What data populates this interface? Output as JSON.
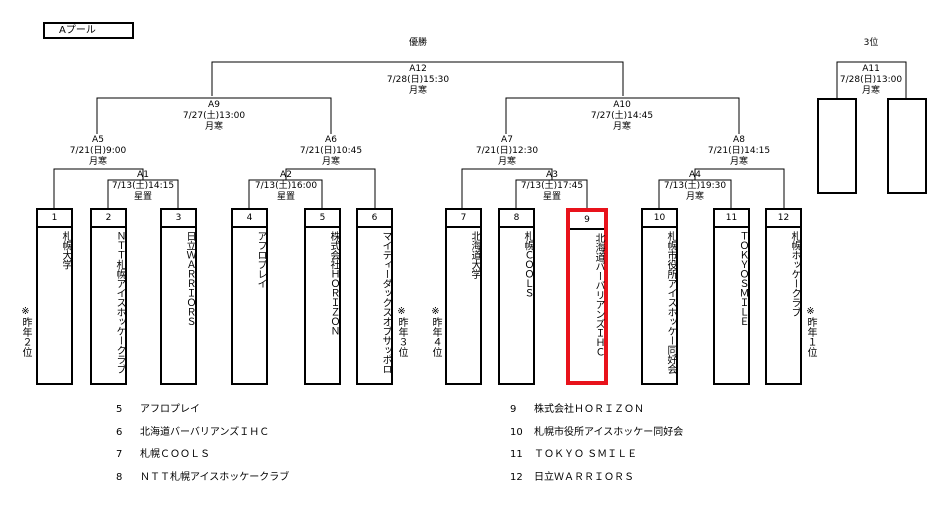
{
  "pool_label": "Aプール",
  "third_place": {
    "title": "3位",
    "code": "A11",
    "datetime": "7/28(日)13:00",
    "venue": "月寒"
  },
  "matches": {
    "A12": {
      "label": "優勝",
      "code": "A12",
      "datetime": "7/28(日)15:30",
      "venue": "月寒"
    },
    "A9": {
      "code": "A9",
      "datetime": "7/27(土)13:00",
      "venue": "月寒"
    },
    "A10": {
      "code": "A10",
      "datetime": "7/27(土)14:45",
      "venue": "月寒"
    },
    "A5": {
      "code": "A5",
      "datetime": "7/21(日)9:00",
      "venue": "月寒"
    },
    "A6": {
      "code": "A6",
      "datetime": "7/21(日)10:45",
      "venue": "月寒"
    },
    "A7": {
      "code": "A7",
      "datetime": "7/21(日)12:30",
      "venue": "月寒"
    },
    "A8": {
      "code": "A8",
      "datetime": "7/21(日)14:15",
      "venue": "月寒"
    },
    "A1": {
      "code": "A1",
      "datetime": "7/13(土)14:15",
      "venue": "星置"
    },
    "A2": {
      "code": "A2",
      "datetime": "7/13(土)16:00",
      "venue": "星置"
    },
    "A3": {
      "code": "A3",
      "datetime": "7/13(土)17:45",
      "venue": "星置"
    },
    "A4": {
      "code": "A4",
      "datetime": "7/13(土)19:30",
      "venue": "月寒"
    }
  },
  "seeds": [
    {
      "num": "1",
      "name": "札幌大学"
    },
    {
      "num": "2",
      "name": "ＮＴＴ札幌アイスホッケークラブ"
    },
    {
      "num": "3",
      "name": "日立ＷＡＲＲＩＯＲＳ"
    },
    {
      "num": "4",
      "name": "アフロプレイ"
    },
    {
      "num": "5",
      "name": "株式会社ＨＯＲＩＺＯＮ"
    },
    {
      "num": "6",
      "name": "マイティーダックスオブサッポロ"
    },
    {
      "num": "7",
      "name": "北海道大学"
    },
    {
      "num": "8",
      "name": "札幌ＣＯＯＬＳ"
    },
    {
      "num": "9",
      "name": "北海道バーバリアンズＩＨＣ"
    },
    {
      "num": "10",
      "name": "札幌市役所アイスホッケー同好会"
    },
    {
      "num": "11",
      "name": "ＴＯＫＹＯＳＭＩＬＥ"
    },
    {
      "num": "12",
      "name": "札幌ホッケークラブ"
    }
  ],
  "notes": {
    "n1": "※昨年２位",
    "n2": "※昨年３位",
    "n3": "※昨年４位",
    "n4": "※昨年１位"
  },
  "highlight_color": "#e8121b",
  "legend": [
    {
      "num": "5",
      "name": "アフロプレイ"
    },
    {
      "num": "6",
      "name": "北海道バーバリアンズＩＨＣ"
    },
    {
      "num": "7",
      "name": "札幌ＣＯＯＬＳ"
    },
    {
      "num": "8",
      "name": "ＮＴＴ札幌アイスホッケークラブ"
    },
    {
      "num": "9",
      "name": "株式会社ＨＯＲＩＺＯＮ"
    },
    {
      "num": "10",
      "name": "札幌市役所アイスホッケー同好会"
    },
    {
      "num": "11",
      "name": "ＴＯＫＹＯ ＳＭＩＬＥ"
    },
    {
      "num": "12",
      "name": "日立ＷＡＲＲＩＯＲＳ"
    }
  ]
}
